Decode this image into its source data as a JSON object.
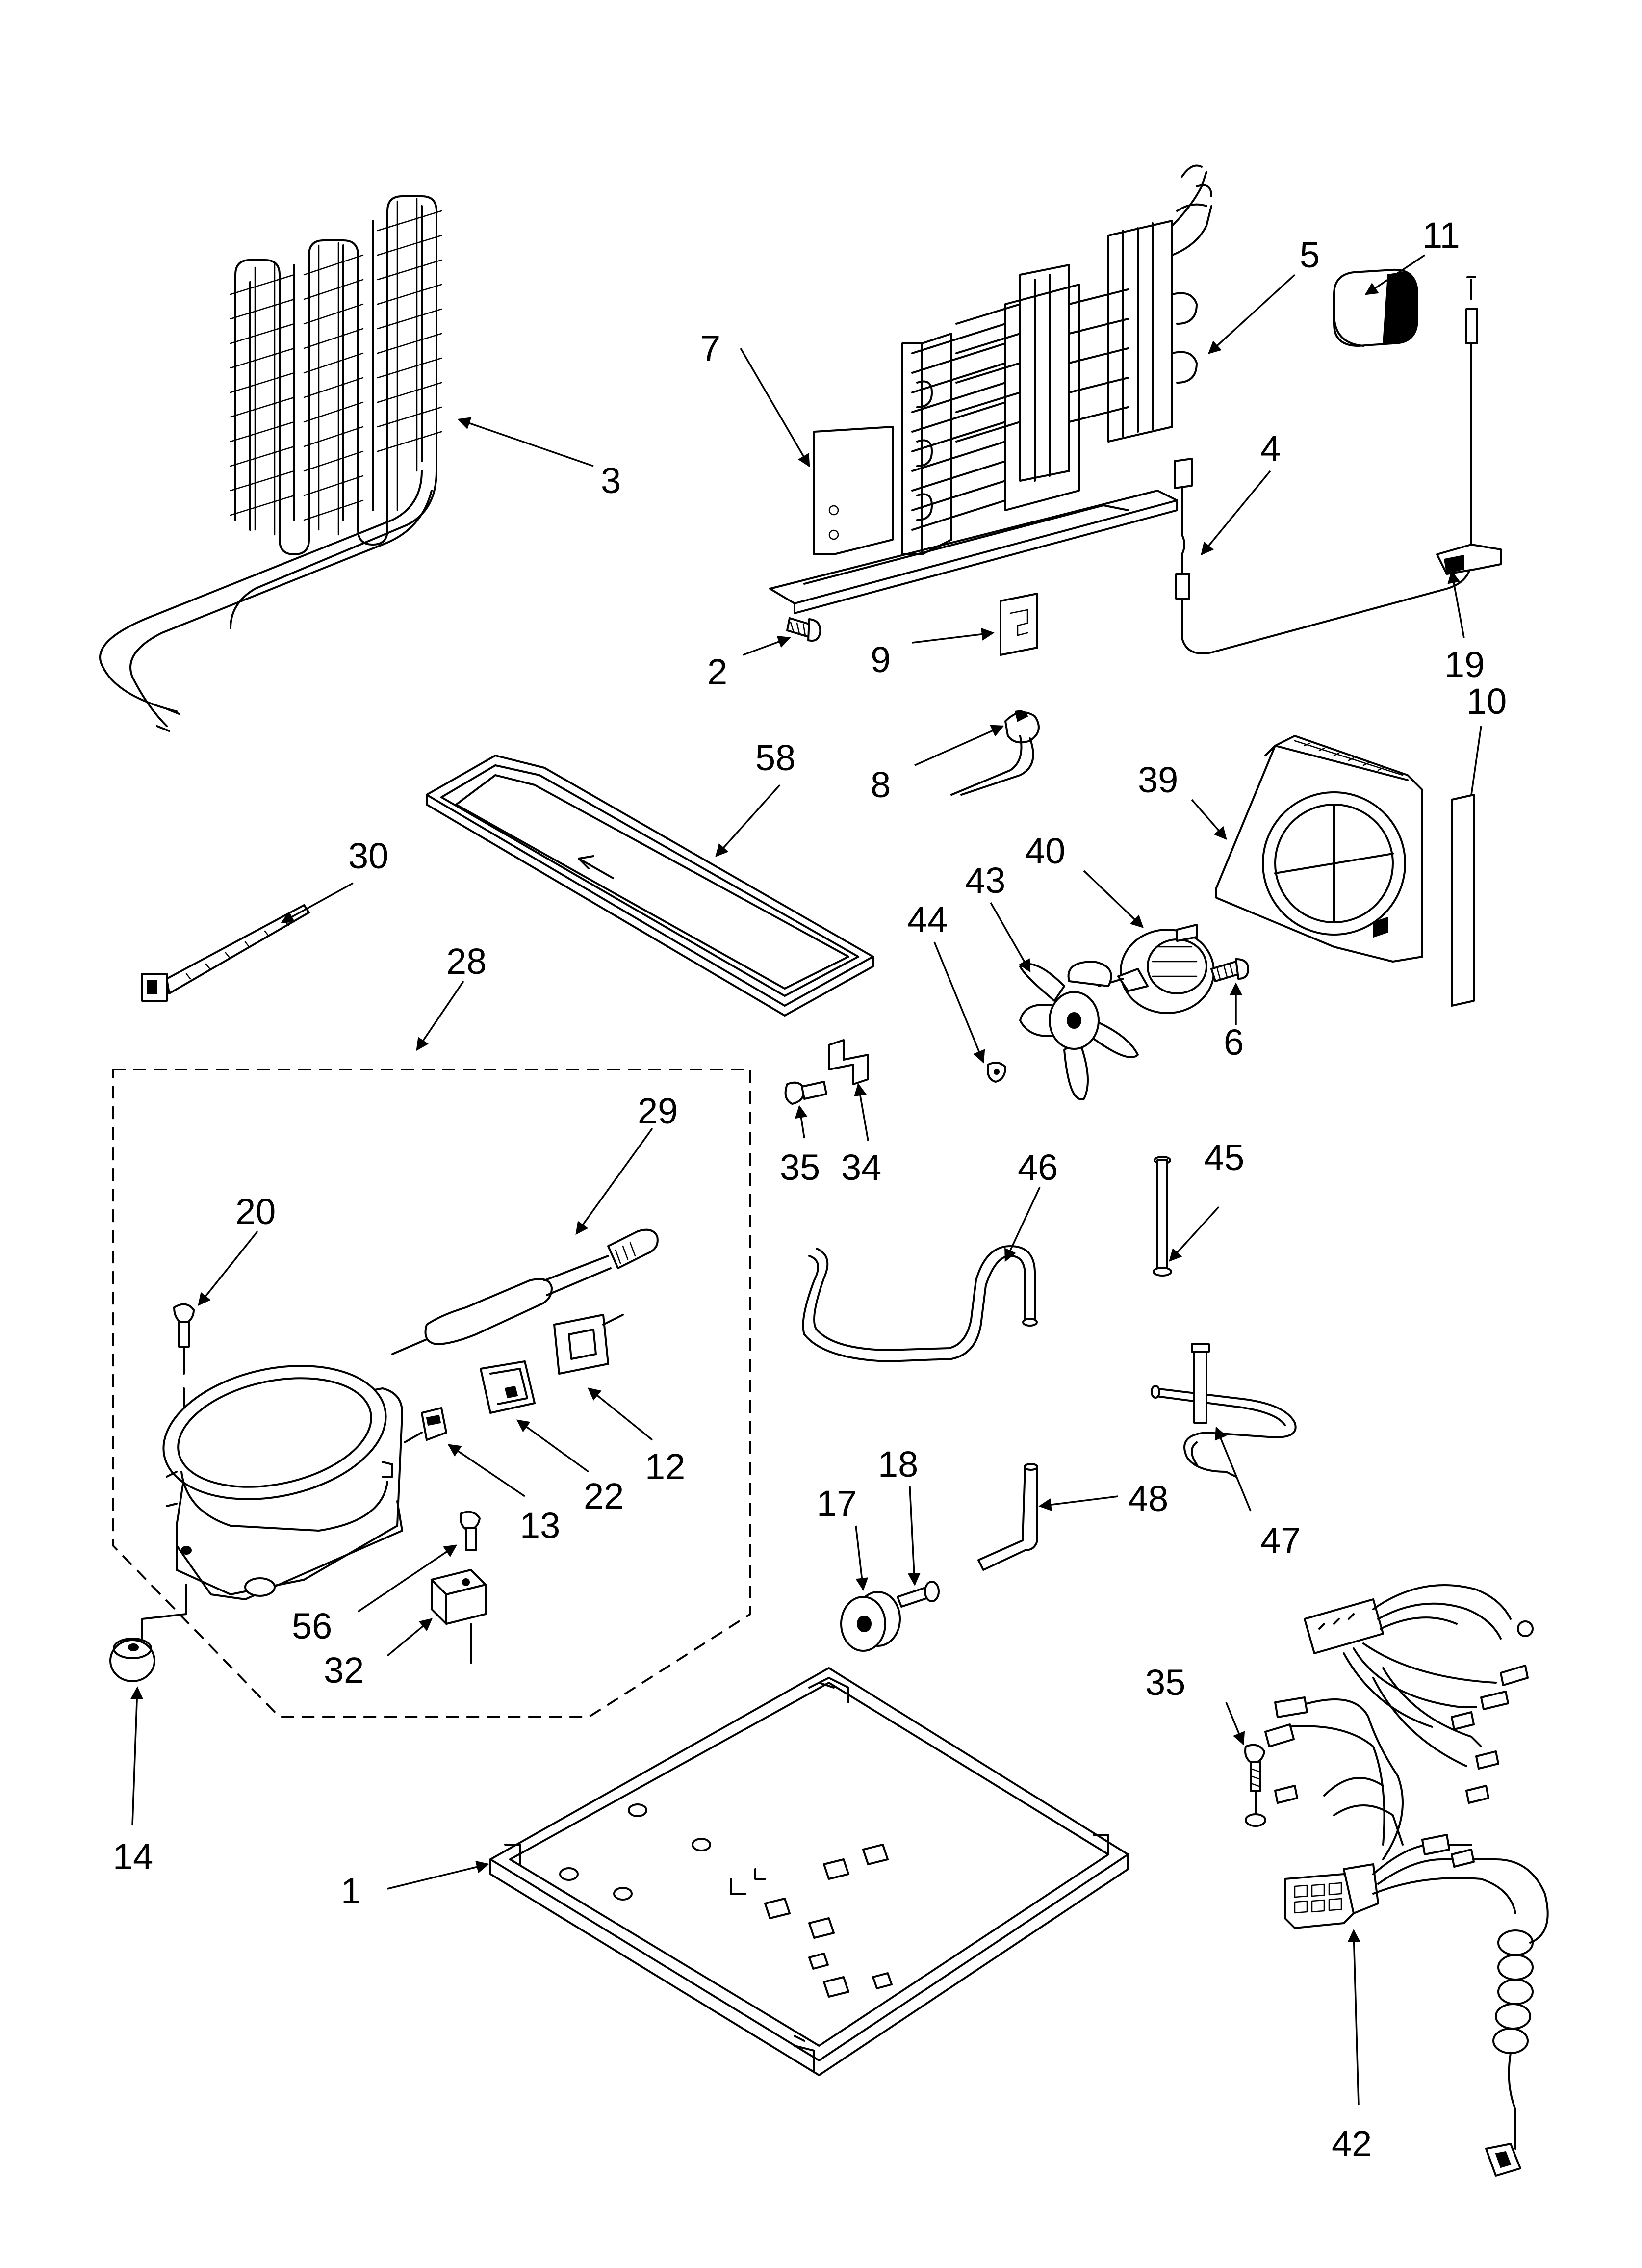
{
  "diagram": {
    "callouts": [
      {
        "id": "c1",
        "label": "1"
      },
      {
        "id": "c2",
        "label": "2"
      },
      {
        "id": "c3",
        "label": "3"
      },
      {
        "id": "c4",
        "label": "4"
      },
      {
        "id": "c5",
        "label": "5"
      },
      {
        "id": "c6",
        "label": "6"
      },
      {
        "id": "c7",
        "label": "7"
      },
      {
        "id": "c8",
        "label": "8"
      },
      {
        "id": "c9",
        "label": "9"
      },
      {
        "id": "c10",
        "label": "10"
      },
      {
        "id": "c11",
        "label": "11"
      },
      {
        "id": "c12",
        "label": "12"
      },
      {
        "id": "c13",
        "label": "13"
      },
      {
        "id": "c14",
        "label": "14"
      },
      {
        "id": "c17",
        "label": "17"
      },
      {
        "id": "c18",
        "label": "18"
      },
      {
        "id": "c19",
        "label": "19"
      },
      {
        "id": "c20",
        "label": "20"
      },
      {
        "id": "c22",
        "label": "22"
      },
      {
        "id": "c28",
        "label": "28"
      },
      {
        "id": "c29",
        "label": "29"
      },
      {
        "id": "c30",
        "label": "30"
      },
      {
        "id": "c32",
        "label": "32"
      },
      {
        "id": "c34",
        "label": "34"
      },
      {
        "id": "c35a",
        "label": "35"
      },
      {
        "id": "c35b",
        "label": "35"
      },
      {
        "id": "c39",
        "label": "39"
      },
      {
        "id": "c40",
        "label": "40"
      },
      {
        "id": "c42",
        "label": "42"
      },
      {
        "id": "c43",
        "label": "43"
      },
      {
        "id": "c44",
        "label": "44"
      },
      {
        "id": "c45",
        "label": "45"
      },
      {
        "id": "c46",
        "label": "46"
      },
      {
        "id": "c47",
        "label": "47"
      },
      {
        "id": "c48",
        "label": "48"
      },
      {
        "id": "c56",
        "label": "56"
      },
      {
        "id": "c58",
        "label": "58"
      }
    ]
  }
}
